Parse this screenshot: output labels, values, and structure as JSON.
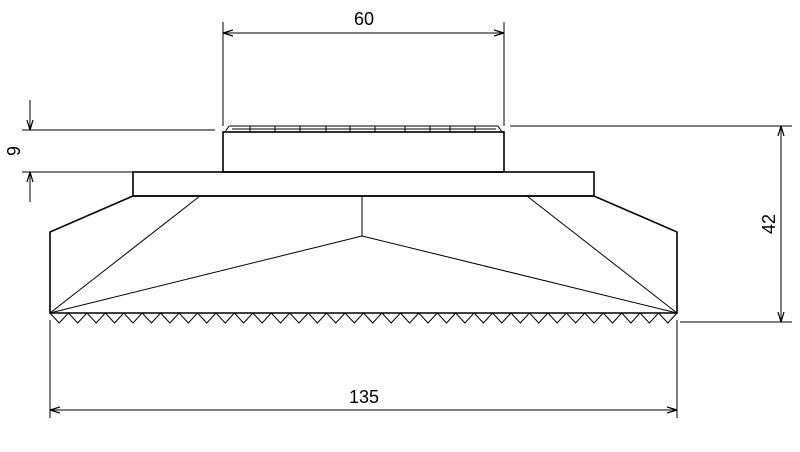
{
  "drawing": {
    "dimensions": {
      "top_width": "60",
      "height_small": "9",
      "height_total": "42",
      "overall_width": "135"
    }
  }
}
